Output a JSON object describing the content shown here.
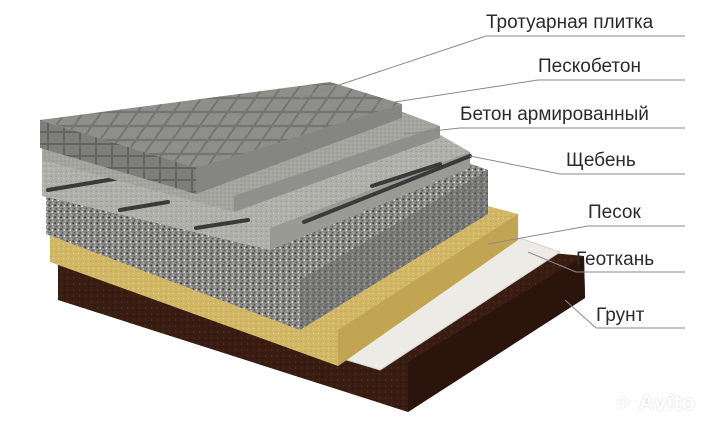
{
  "layers": [
    {
      "label": "Тротуарная плитка"
    },
    {
      "label": "Пескобетон"
    },
    {
      "label": "Бетон армированный"
    },
    {
      "label": "Щебень"
    },
    {
      "label": "Песок"
    },
    {
      "label": "Геоткань"
    },
    {
      "label": "Грунт"
    }
  ],
  "watermark": {
    "text": "Avito"
  },
  "colors": {
    "paving": "#8c8c89",
    "sand_concrete": "#a3a39e",
    "concrete": "#b3b3ac",
    "gravel": "#7d7d7b",
    "sand": "#d5bb6a",
    "geotextile": "#ecebe6",
    "soil": "#3a1d12",
    "leader_lines": "#8a8a8a",
    "rebar": "#3a3a3a"
  }
}
